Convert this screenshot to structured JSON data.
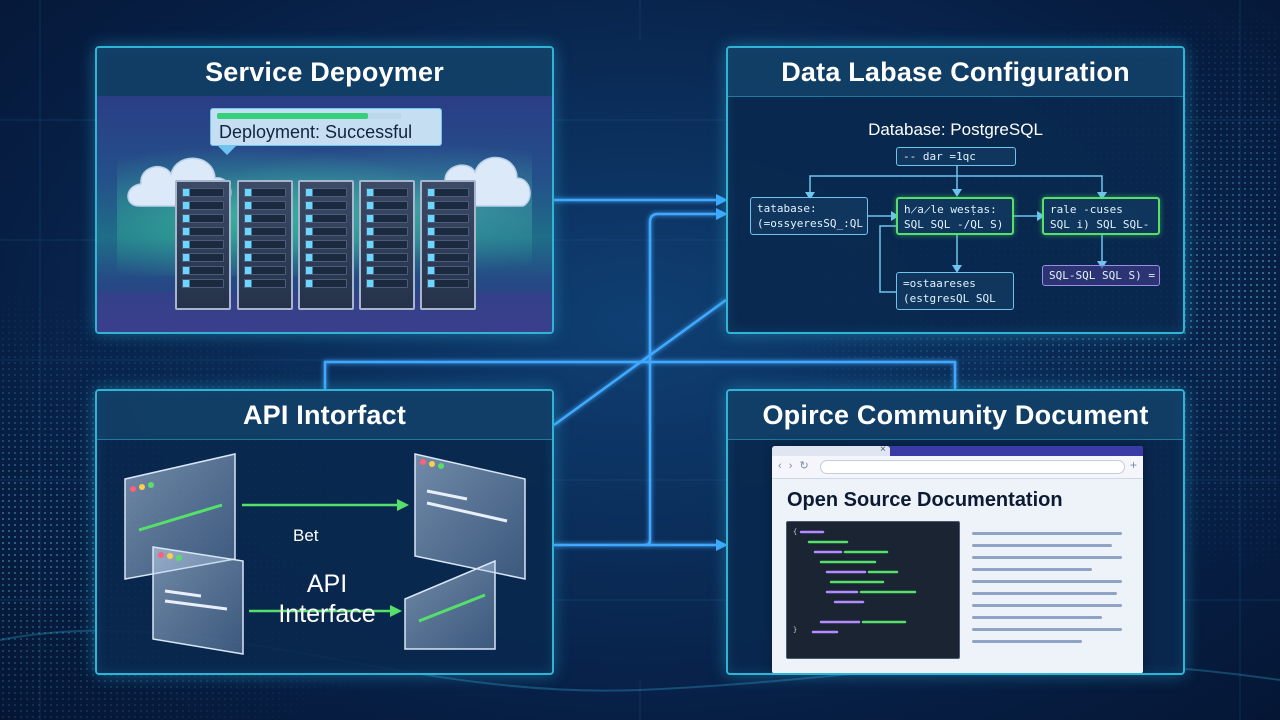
{
  "panels": {
    "deploy": {
      "title": "Service Depoymer",
      "status_text": "Deployment: Successful",
      "status_progress_fraction": 0.82
    },
    "database": {
      "title": "Data Labase Configuration",
      "subtitle": "Database: PostgreSQL",
      "nodes": {
        "top": "--  dar =1qc",
        "left": [
          "tatabase:",
          "(=ossyeresSQ_:QL"
        ],
        "middle": [
          "h̷a̷le wesṭas:",
          "SQL  SQL -/QL S)"
        ],
        "right": [
          "rale -cuses",
          "SQL i) SQL  SQL-"
        ],
        "bottom_left": [
          "=ostaareses",
          "(estgresQL SQL"
        ],
        "bottom_right": "SQL-SQL  SQL S) ="
      }
    },
    "api": {
      "title": "API Intorfact",
      "arrow_label": "Bet",
      "center_label_line1": "API",
      "center_label_line2": "Interface"
    },
    "docs": {
      "title": "Opirce Community Document",
      "page_heading": "Open Source Documentation",
      "browser_close": "×",
      "browser_nav": "‹ › ↻",
      "browser_plus": "+"
    }
  },
  "colors": {
    "panel_border": "#2fb3d6",
    "connector": "#3fa9ff",
    "accent_green": "#55e06a",
    "background": "#0b2f5c"
  }
}
